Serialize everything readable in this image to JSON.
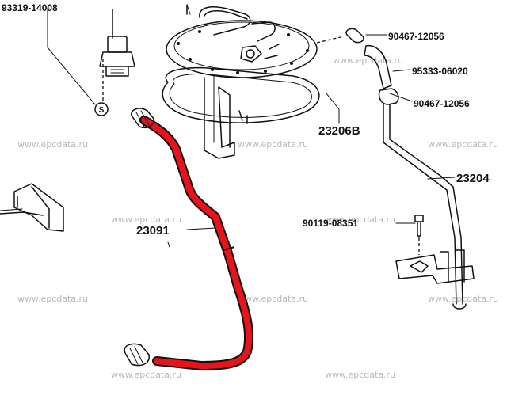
{
  "parts": [
    {
      "id": "p1",
      "label": "93319-14008"
    },
    {
      "id": "p2",
      "label": "90467-12056"
    },
    {
      "id": "p3",
      "label": "95333-06020"
    },
    {
      "id": "p4",
      "label": "90467-12056"
    },
    {
      "id": "p5",
      "label": "23206B"
    },
    {
      "id": "p6",
      "label": "23204"
    },
    {
      "id": "p7",
      "label": "90119-08351"
    },
    {
      "id": "p8",
      "label": "23091"
    }
  ],
  "callout_s": "S",
  "watermark": "www.epcdata.ru",
  "highlight_color": "#e8141c"
}
